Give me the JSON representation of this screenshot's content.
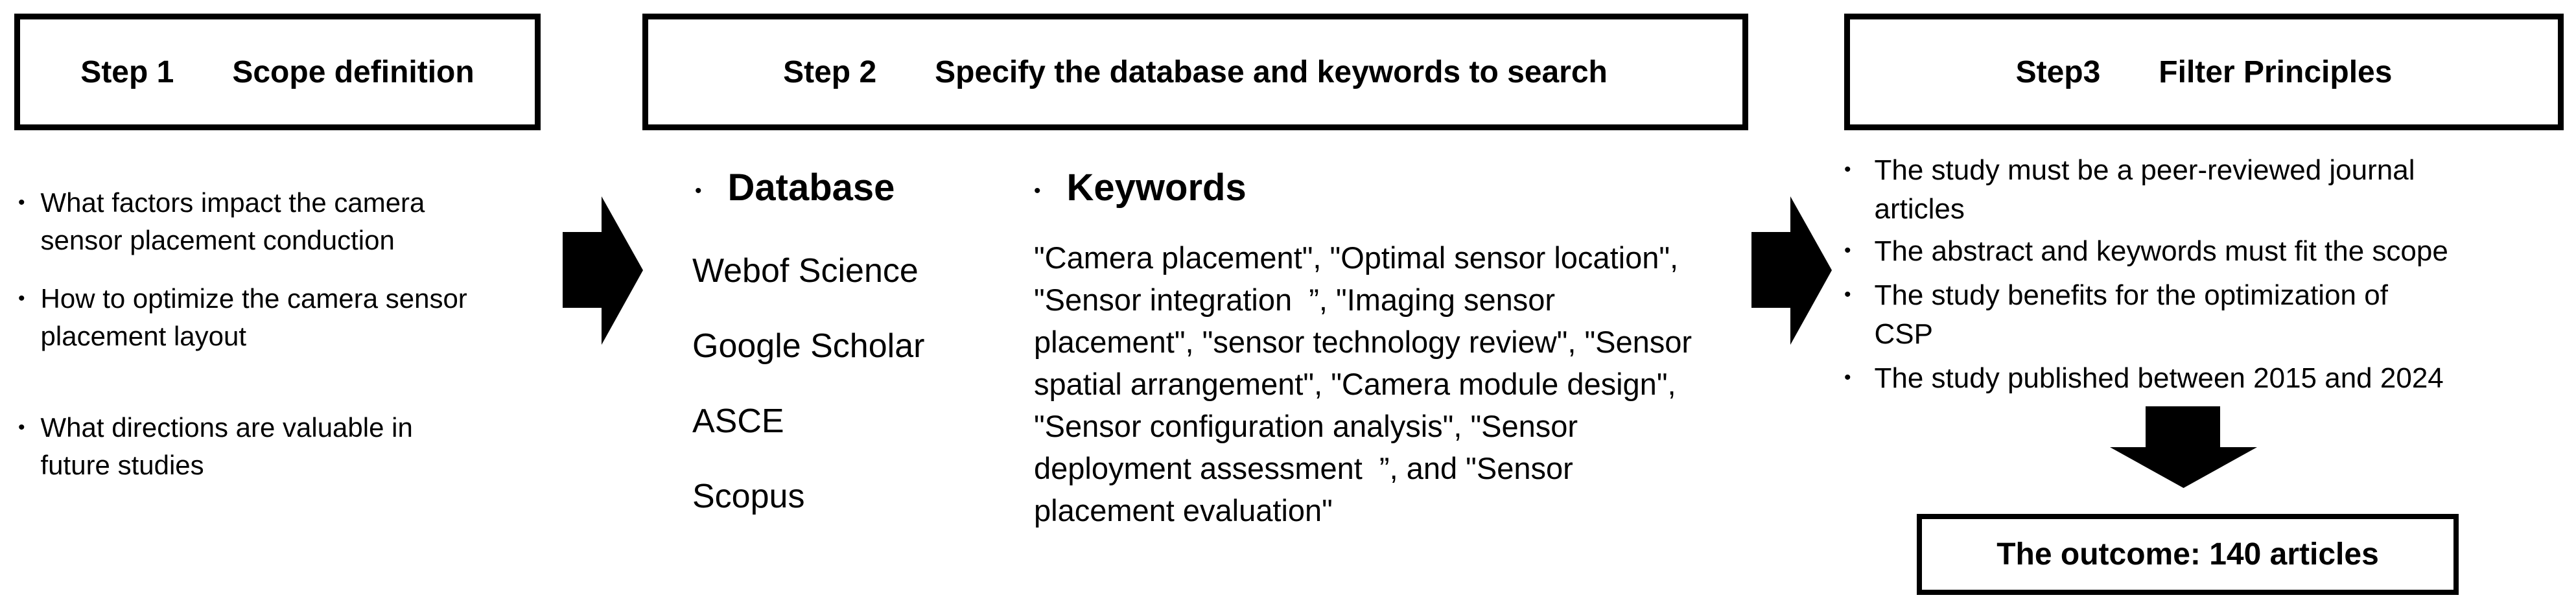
{
  "colors": {
    "ink": "#000000",
    "paper": "#ffffff"
  },
  "bullet_marker": "•",
  "step1": {
    "title": {
      "step": "Step 1",
      "label": "Scope definition"
    },
    "bullets": [
      [
        "What factors impact the camera",
        "sensor placement conduction"
      ],
      [
        "How to optimize the camera sensor",
        "placement layout"
      ],
      [
        "What directions are valuable in",
        "future studies"
      ]
    ]
  },
  "step2": {
    "title": {
      "step": "Step 2",
      "label": "Specify the database and keywords to search"
    },
    "database": {
      "header": "Database",
      "items": [
        "Webof Science",
        "Google Scholar",
        "ASCE",
        "Scopus"
      ]
    },
    "keywords": {
      "header": "Keywords",
      "lines": [
        "\"Camera placement\", \"Optimal sensor location\",",
        "\"Sensor integration  ”, \"Imaging sensor",
        "placement\", \"sensor technology review\", \"Sensor",
        "spatial arrangement\", \"Camera module design\",",
        "\"Sensor configuration analysis\", \"Sensor",
        "deployment assessment  ”, and \"Sensor",
        "placement evaluation\""
      ]
    }
  },
  "step3": {
    "title": {
      "step": "Step3",
      "label": "Filter Principles"
    },
    "bullets": [
      [
        "The study must be a peer-reviewed journal",
        "articles"
      ],
      [
        "The abstract and keywords must fit the scope"
      ],
      [
        "The study benefits for the optimization of",
        "CSP"
      ],
      [
        "The study published between 2015 and 2024"
      ]
    ],
    "outcome": "The outcome: 140 articles"
  }
}
